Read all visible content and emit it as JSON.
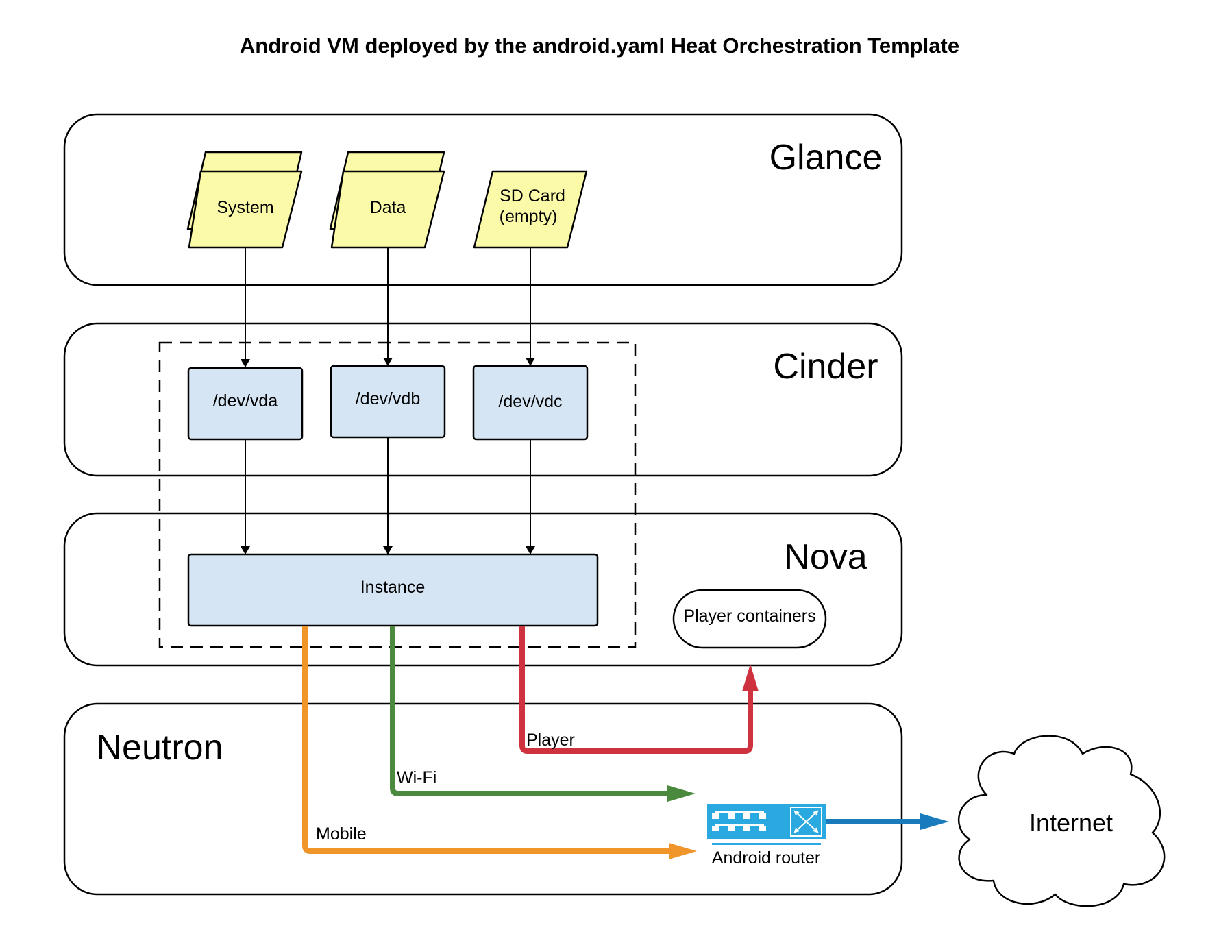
{
  "title": "Android VM deployed by the android.yaml Heat Orchestration Template",
  "layers": {
    "glance": "Glance",
    "cinder": "Cinder",
    "nova": "Nova",
    "neutron": "Neutron"
  },
  "images": {
    "system": "System",
    "data": "Data",
    "sdcard_line1": "SD Card",
    "sdcard_line2": "(empty)"
  },
  "volumes": {
    "vda": "/dev/vda",
    "vdb": "/dev/vdb",
    "vdc": "/dev/vdc"
  },
  "instance": "Instance",
  "player_containers": "Player containers",
  "networks": {
    "player": "Player",
    "wifi": "Wi-Fi",
    "mobile": "Mobile"
  },
  "router": "Android router",
  "internet": "Internet",
  "colors": {
    "image_fill": "#fbfaa8",
    "volume_fill": "#d5e5f4",
    "player_line": "#cf323f",
    "wifi_line": "#4b8a3e",
    "mobile_line": "#f0952a",
    "internet_line": "#1a7bbc",
    "router_fill": "#29a9df"
  }
}
